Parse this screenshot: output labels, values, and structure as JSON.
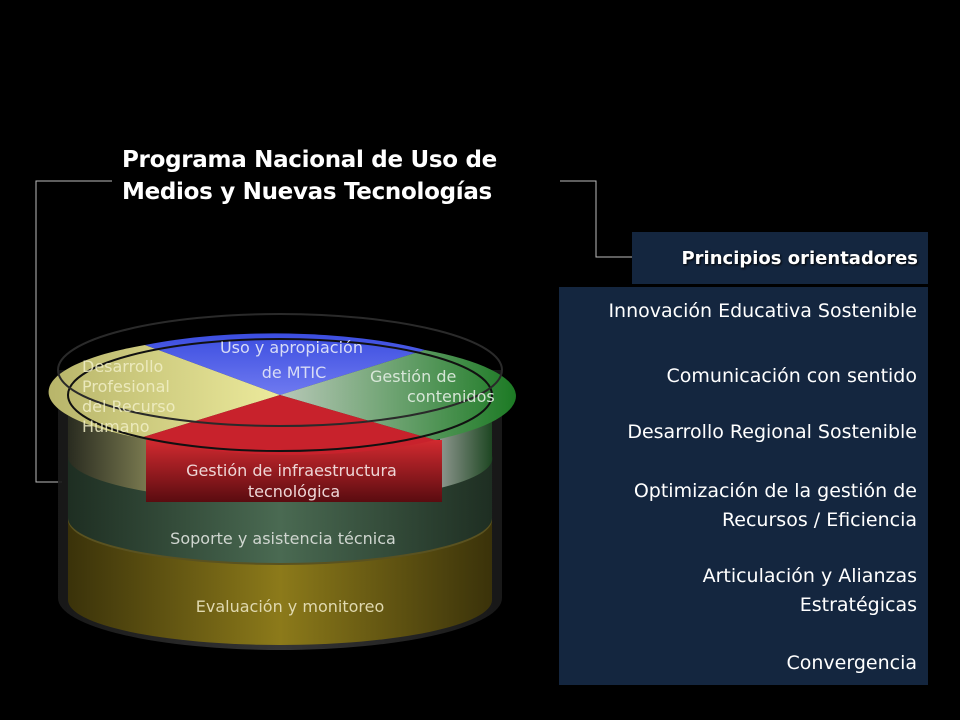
{
  "title": {
    "line1": "Programa Nacional de Uso de",
    "line2": "Medios y Nuevas Tecnologías"
  },
  "principles": {
    "header": "Principios orientadores",
    "items": [
      [
        "Innovación Educativa Sostenible"
      ],
      [
        "Comunicación con sentido"
      ],
      [
        "Desarrollo Regional Sostenible"
      ],
      [
        "Optimización de la gestión de",
        "Recursos / Eficiencia"
      ],
      [
        "Articulación y Alianzas",
        "Estratégicas"
      ],
      [
        "Convergencia"
      ]
    ]
  },
  "cylinder": {
    "top_segments": {
      "uso": [
        "Uso y apropiación",
        "de MTIC"
      ],
      "desarrollo": [
        "Desarrollo",
        "Profesional",
        "del Recurso",
        "Humano"
      ],
      "gestion_contenidos": [
        "Gestión de",
        "contenidos"
      ]
    },
    "layers": {
      "infraestructura": [
        "Gestión de infraestructura",
        "tecnológica"
      ],
      "soporte": "Soporte y asistencia técnica",
      "evaluacion": "Evaluación y monitoreo"
    },
    "colors": {
      "uso": "#3f4fd8",
      "desarrollo": "#e8e58a",
      "gestion_contenidos": "#1e8a2a",
      "infraestructura": "#c01f2a",
      "soporte": "#3e5a45",
      "evaluacion": "#7a6a14",
      "panel": "#14263f"
    }
  }
}
